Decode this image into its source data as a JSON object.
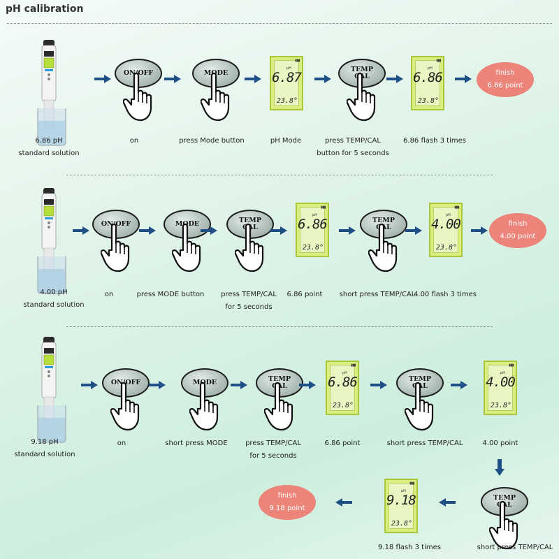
{
  "title": "pH calibration",
  "buttons": {
    "onoff": "ON/OFF",
    "mode": "MODE",
    "temp_line1": "TEMP",
    "temp_line2": "CAL"
  },
  "colors": {
    "arrow": "#1e4f86",
    "finish": "#ec8479",
    "lcd": "#d9ee7e"
  },
  "lcd_temp": "23.8°",
  "row1": {
    "solution_line1": "6.86  pH",
    "solution_line2": "standard solution",
    "captions": {
      "on": "on",
      "mode": "press Mode button",
      "phmode": "pH Mode",
      "temp_line1": "press TEMP/CAL",
      "temp_line2": "button for 5 seconds",
      "flash": "6.86 flash 3 times"
    },
    "lcd1": "6.87",
    "lcd2": "6.86",
    "finish_line1": "finish",
    "finish_line2": "6.86 point"
  },
  "row2": {
    "solution_line1": "4.00 pH",
    "solution_line2": "standard solution",
    "captions": {
      "on": "on",
      "mode": "press MODE button",
      "temp_line1": "press TEMP/CAL",
      "temp_line2": "for 5 seconds",
      "point": "6.86 point",
      "short": "short press TEMP/CAL",
      "flash": "4.00 flash 3 times"
    },
    "lcd1": "6.86",
    "lcd2": "4.00",
    "finish_line1": "finish",
    "finish_line2": "4.00 point"
  },
  "row3": {
    "solution_line1": "9.18 pH",
    "solution_line2": "standard solution",
    "captions": {
      "on": "on",
      "mode": "short press MODE",
      "temp_line1": "press TEMP/CAL",
      "temp_line2": "for 5 seconds",
      "point1": "6.86 point",
      "short1": "short press TEMP/CAL",
      "point2": "4.00 point",
      "short2": "short press TEMP/CAL",
      "flash": "9.18 flash 3 times"
    },
    "lcd1": "6.86",
    "lcd2": "4.00",
    "lcd3": "9.18",
    "finish_line1": "finish",
    "finish_line2": "9.18 point"
  }
}
